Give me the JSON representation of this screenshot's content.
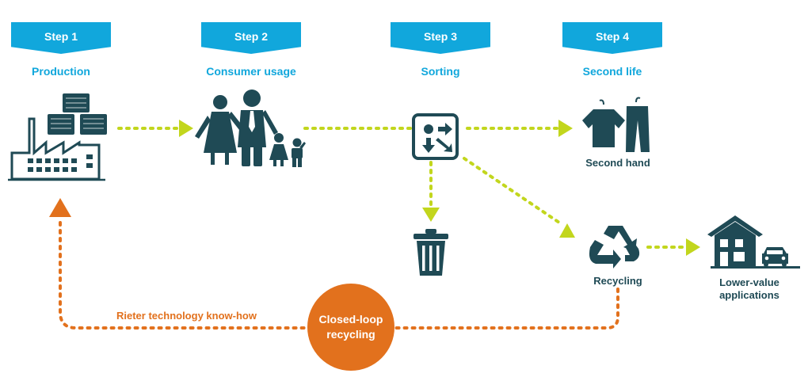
{
  "steps": [
    {
      "label": "Step 1",
      "title": "Production"
    },
    {
      "label": "Step 2",
      "title": "Consumer usage"
    },
    {
      "label": "Step 3",
      "title": "Sorting"
    },
    {
      "label": "Step 4",
      "title": "Second life"
    }
  ],
  "labels": {
    "second_hand": "Second hand",
    "recycling": "Recycling",
    "lower_value": "Lower-value applications",
    "rieter": "Rieter technology know-how",
    "closed_loop": "Closed-loop recycling"
  },
  "icons": [
    "factory-icon",
    "family-icon",
    "sorting-icon",
    "clothes-icon",
    "trash-bin-icon",
    "recycle-icon",
    "house-car-icon"
  ],
  "colors": {
    "banner": "#11a7dc",
    "icon": "#1f4a55",
    "flow_arrow": "#c2d61d",
    "loop": "#e2711d"
  }
}
